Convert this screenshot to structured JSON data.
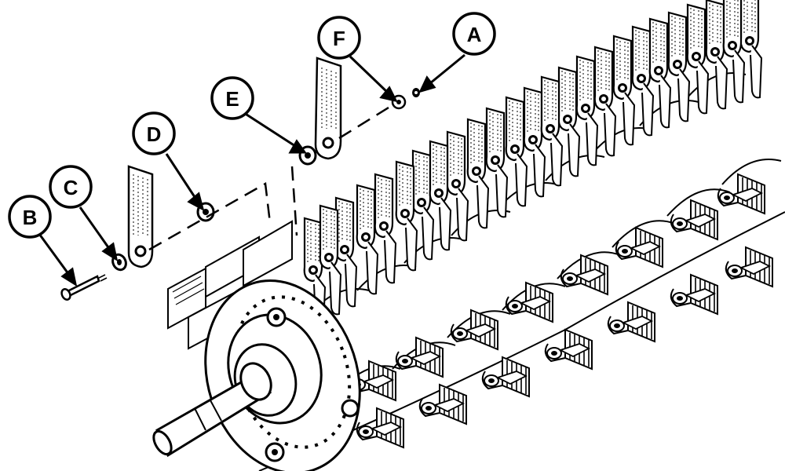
{
  "diagram": {
    "callouts": [
      {
        "id": "A",
        "label": "A"
      },
      {
        "id": "B",
        "label": "B"
      },
      {
        "id": "C",
        "label": "C"
      },
      {
        "id": "D",
        "label": "D"
      },
      {
        "id": "E",
        "label": "E"
      },
      {
        "id": "F",
        "label": "F"
      }
    ]
  },
  "colors": {
    "ink": "#000000",
    "paper": "#ffffff",
    "shade": "#d9d9d9"
  }
}
